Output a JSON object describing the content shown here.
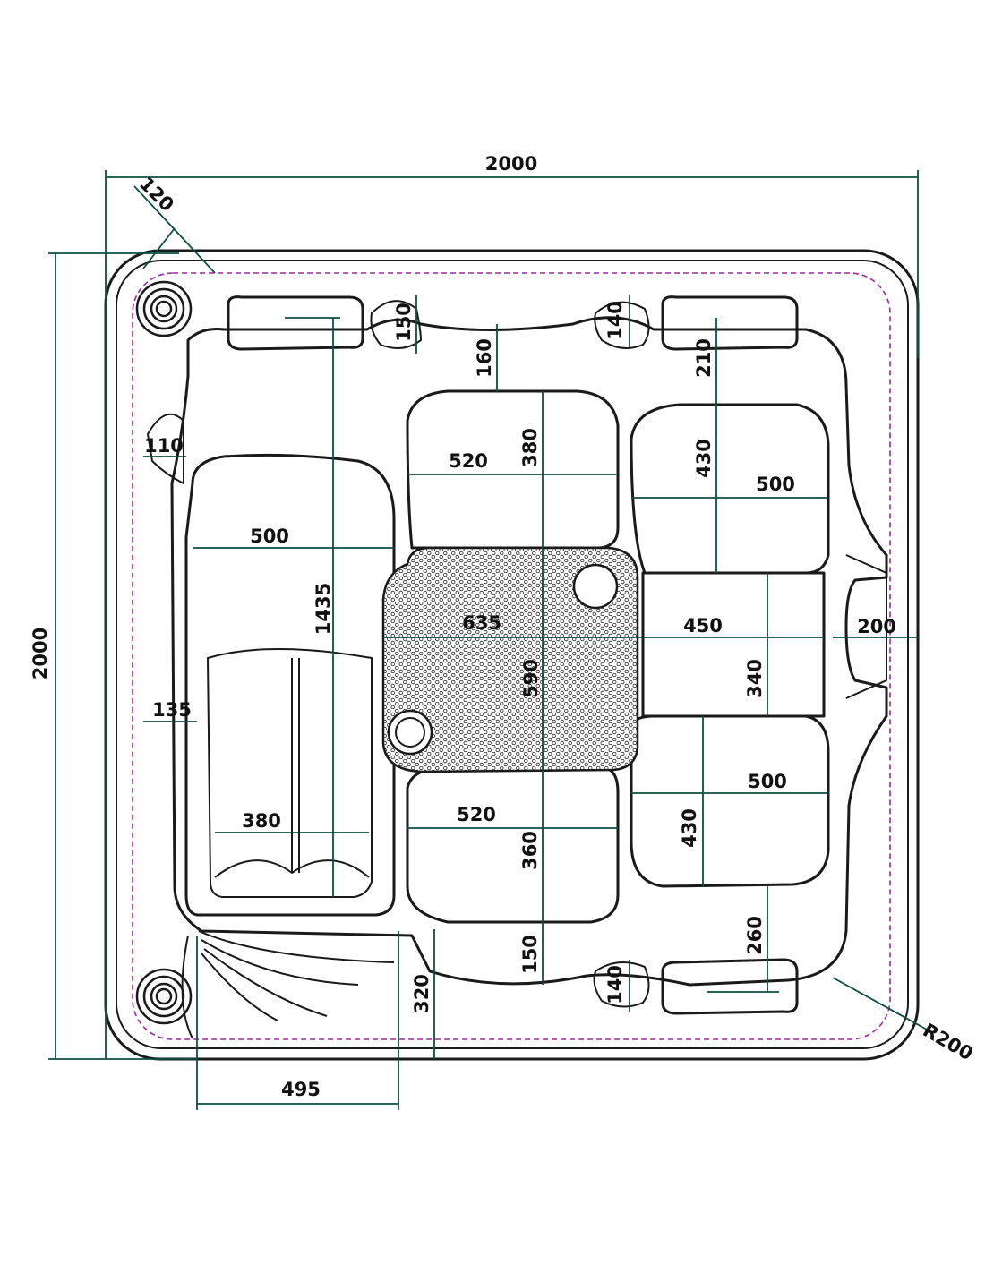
{
  "colors": {
    "outline": "#1a1a1a",
    "dimension_lines": "#0e4d45",
    "dashed_inner_border": "#9a2a9a",
    "background": "#ffffff"
  },
  "dimensions": {
    "overall_width": "2000",
    "overall_height": "2000",
    "corner_offset": "120",
    "top_left_pillow_gap": "150",
    "top_right_pillow_gap": "140",
    "top_center_to_seat": "160",
    "top_right_to_seat": "210",
    "left_armrest": "110",
    "center_top_seat_width": "520",
    "center_top_seat_depth": "380",
    "right_top_seat_depth": "430",
    "right_top_seat_width": "500",
    "lounger_width": "500",
    "lounger_length": "1435",
    "grille_width": "635",
    "grille_height": "590",
    "right_middle_width": "450",
    "right_middle_depth": "340",
    "right_step": "200",
    "left_wall": "135",
    "lounger_foot_width": "380",
    "center_bottom_seat_width": "520",
    "center_bottom_seat_depth": "360",
    "right_bottom_seat_width": "500",
    "right_bottom_seat_depth": "430",
    "bottom_center_gap": "150",
    "bottom_right_pillow_gap": "140",
    "bottom_right_to_seat": "260",
    "step_height": "320",
    "step_width": "495",
    "corner_radius": "R200"
  }
}
